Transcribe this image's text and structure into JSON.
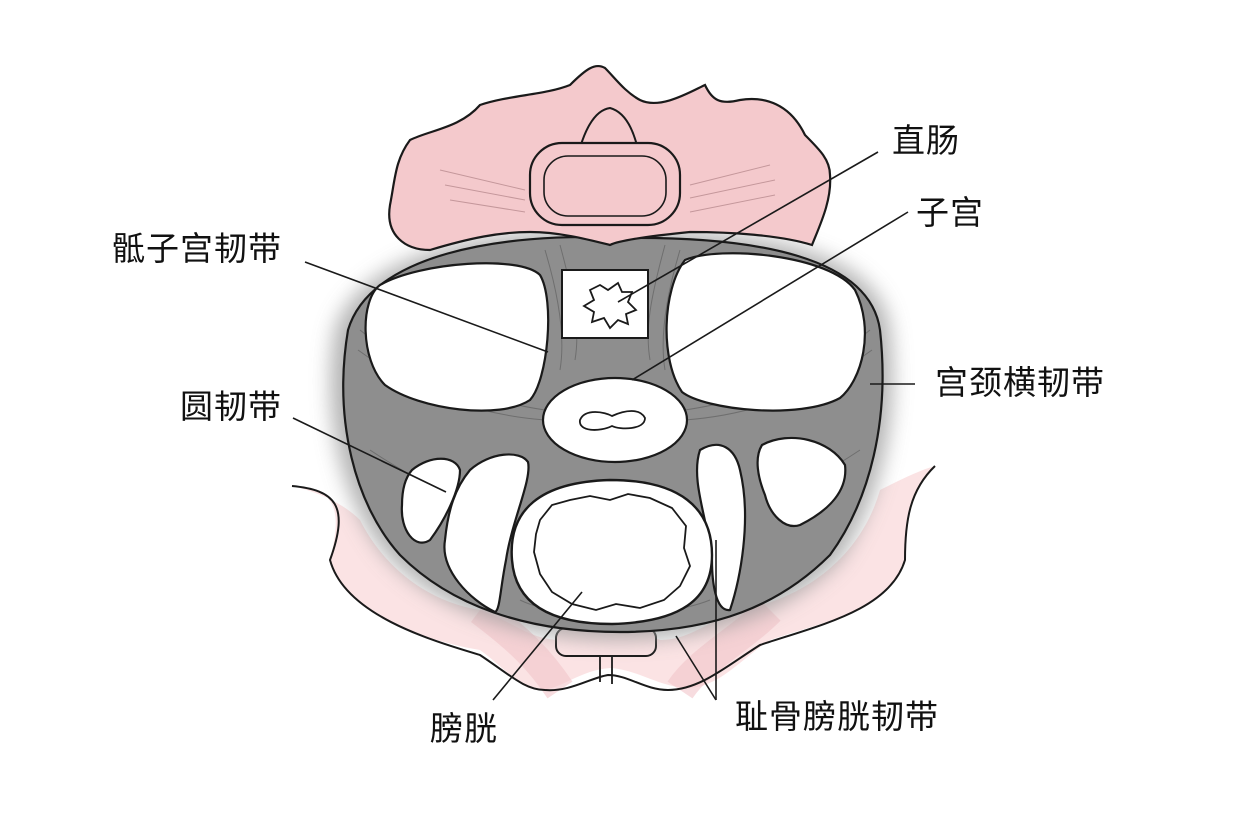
{
  "labels": {
    "rectum": "直肠",
    "uterus": "子宫",
    "uterosacral_ligament": "骶子宫韧带",
    "round_ligament": "圆韧带",
    "cardinal_ligament": "宫颈横韧带",
    "bladder": "膀胱",
    "pubovesical_ligament": "耻骨膀胱韧带"
  },
  "colors": {
    "bone": "#f4c9cc",
    "ligament": "#8e8e8e",
    "ligament_light": "#b5b5b5",
    "outline": "#1a1a1a",
    "background": "#ffffff"
  }
}
